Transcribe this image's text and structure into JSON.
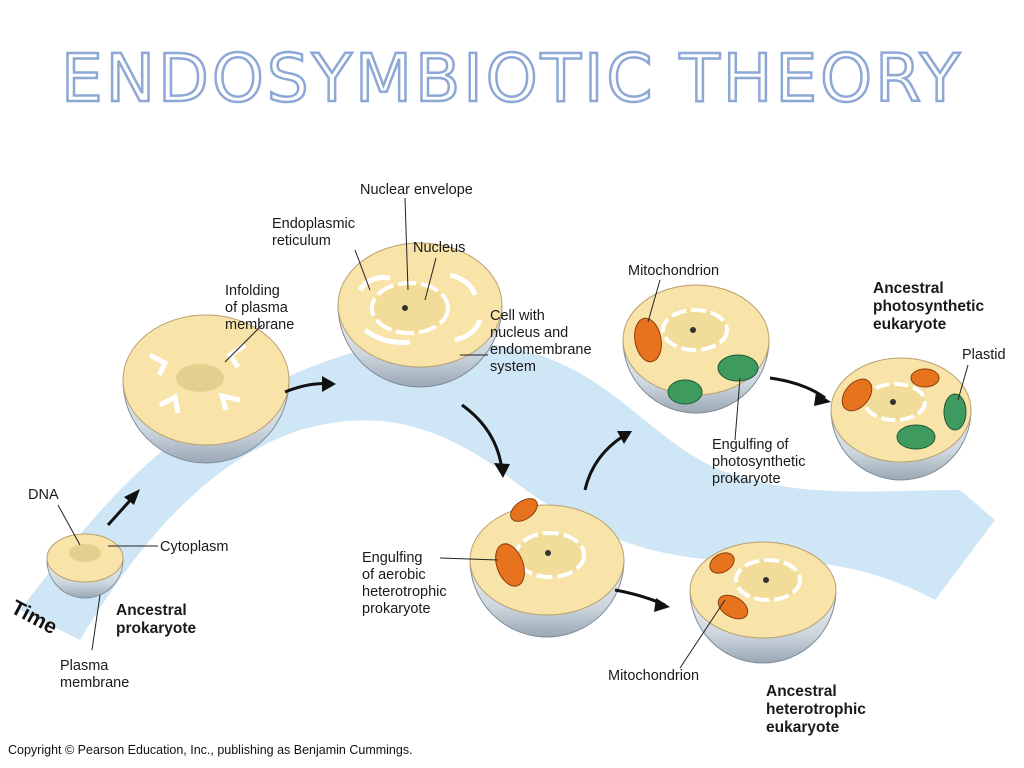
{
  "title": "ENDOSYMBIOTIC THEORY",
  "time_label": "Time",
  "labels": {
    "dna": "DNA",
    "cytoplasm": "Cytoplasm",
    "ancestral_prokaryote": "Ancestral\nprokaryote",
    "plasma_membrane": "Plasma\nmembrane",
    "infolding": "Infolding\nof plasma\nmembrane",
    "endoplasmic_reticulum": "Endoplasmic\nreticulum",
    "nuclear_envelope": "Nuclear envelope",
    "nucleus": "Nucleus",
    "cell_with_nucleus": "Cell with\nnucleus and\nendomembrane\nsystem",
    "engulfing_aerobic": "Engulfing\nof aerobic\nheterotrophic\nprokaryote",
    "mitochondrion_top": "Mitochondrion",
    "engulfing_photosynthetic": "Engulfing of\nphotosynthetic\nprokaryote",
    "ancestral_photosynthetic": "Ancestral\nphotosynthetic\neukaryote",
    "plastid": "Plastid",
    "mitochondrion_bottom": "Mitochondrion",
    "ancestral_heterotrophic": "Ancestral\nheterotrophic\neukaryote"
  },
  "copyright": "Copyright © Pearson Education, Inc., publishing as Benjamin Cummings.",
  "colors": {
    "title_outline": "#8ea8d6",
    "band": "#cfe6f6",
    "cytoplasm": "#f8e3a8",
    "cell_shell": "#d6dde4",
    "mitochondrion": "#e8731e",
    "plastid": "#3e9a5e"
  }
}
